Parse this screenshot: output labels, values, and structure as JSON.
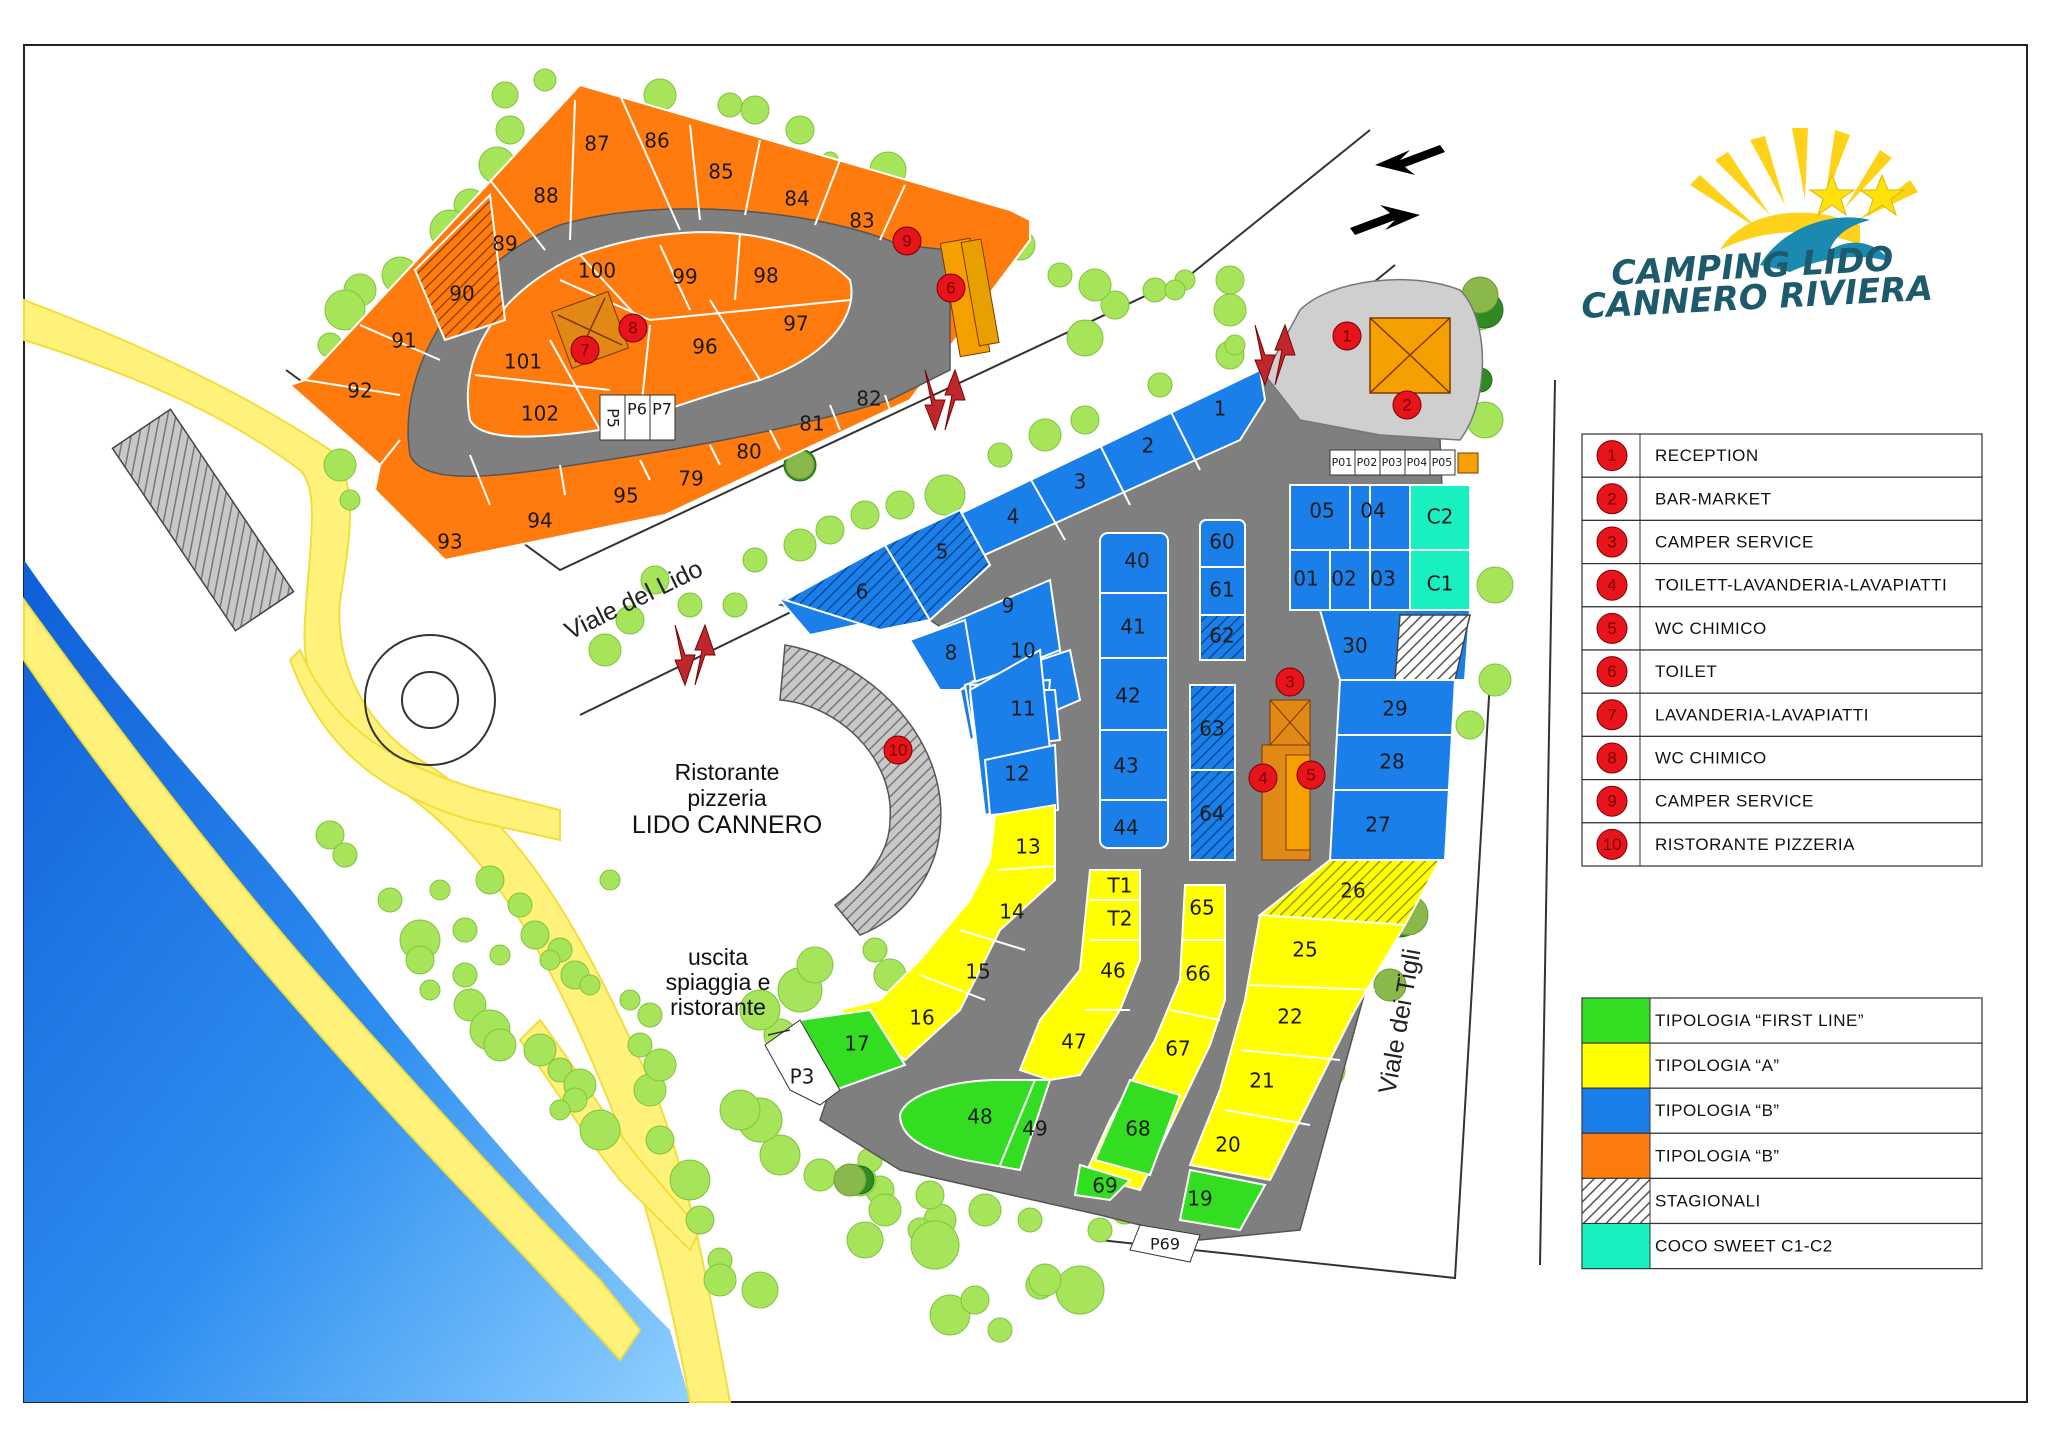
{
  "logo": {
    "line1": "CAMPING LIDO",
    "line2": "CANNERO RIVIERA"
  },
  "streets": {
    "lido": "Viale del Lido",
    "tigli": "Viale dei Tigli"
  },
  "restaurant": {
    "line1": "Ristorante",
    "line2": "pizzeria",
    "line3": "LIDO CANNERO"
  },
  "beach_exit": {
    "line1": "uscita",
    "line2": "spiaggia e",
    "line3": "ristorante"
  },
  "parking": {
    "p3": "P3",
    "p5": "P5",
    "p6": "P6",
    "p7": "P7",
    "p69": "P69",
    "p01": "P01",
    "p02": "P02",
    "p03": "P03",
    "p04": "P04",
    "p05": "P05"
  },
  "pitches": {
    "p1": "1",
    "p2": "2",
    "p3": "3",
    "p4": "4",
    "p5": "5",
    "p6": "6",
    "p8": "8",
    "p9": "9",
    "p10": "10",
    "p11": "11",
    "p12": "12",
    "p13": "13",
    "p14": "14",
    "p15": "15",
    "p16": "16",
    "p17": "17",
    "p19": "19",
    "p20": "20",
    "p21": "21",
    "p22": "22",
    "p25": "25",
    "p26": "26",
    "p27": "27",
    "p28": "28",
    "p29": "29",
    "p30": "30",
    "p40": "40",
    "p41": "41",
    "p42": "42",
    "p43": "43",
    "p44": "44",
    "p46": "46",
    "p47": "47",
    "p48": "48",
    "p49": "49",
    "p60": "60",
    "p61": "61",
    "p62": "62",
    "p63": "63",
    "p64": "64",
    "p65": "65",
    "p66": "66",
    "p67": "67",
    "p68": "68",
    "p69": "69",
    "t1": "T1",
    "t2": "T2",
    "c1": "C1",
    "c2": "C2",
    "s01": "01",
    "s02": "02",
    "s03": "03",
    "s04": "04",
    "s05": "05",
    "p79": "79",
    "p80": "80",
    "p81": "81",
    "p82": "82",
    "p83": "83",
    "p84": "84",
    "p85": "85",
    "p86": "86",
    "p87": "87",
    "p88": "88",
    "p89": "89",
    "p90": "90",
    "p91": "91",
    "p92": "92",
    "p93": "93",
    "p94": "94",
    "p95": "95",
    "p96": "96",
    "p97": "97",
    "p98": "98",
    "p99": "99",
    "p100": "100",
    "p101": "101",
    "p102": "102"
  },
  "poi_markers": [
    "1",
    "2",
    "3",
    "4",
    "5",
    "6",
    "7",
    "8",
    "9",
    "10"
  ],
  "legend": {
    "services": [
      {
        "num": "1",
        "label": "RECEPTION"
      },
      {
        "num": "2",
        "label": "BAR-MARKET"
      },
      {
        "num": "3",
        "label": "CAMPER SERVICE"
      },
      {
        "num": "4",
        "label": "TOILETT-LAVANDERIA-LAVAPIATTI"
      },
      {
        "num": "5",
        "label": "WC CHIMICO"
      },
      {
        "num": "6",
        "label": "TOILET"
      },
      {
        "num": "7",
        "label": "LAVANDERIA-LAVAPIATTI"
      },
      {
        "num": "8",
        "label": "WC CHIMICO"
      },
      {
        "num": "9",
        "label": "CAMPER SERVICE"
      },
      {
        "num": "10",
        "label": "RISTORANTE PIZZERIA"
      }
    ],
    "types": [
      {
        "label": "TIPOLOGIA “FIRST LINE”",
        "color": "#33dd22"
      },
      {
        "label": "TIPOLOGIA “A”",
        "color": "#ffff00"
      },
      {
        "label": "TIPOLOGIA “B”",
        "color": "#1a7fe8"
      },
      {
        "label": "TIPOLOGIA “B”",
        "color": "#ff7b0e"
      },
      {
        "label": "STAGIONALI",
        "color": "hatched"
      },
      {
        "label": "COCO SWEET C1-C2",
        "color": "#19f0c0"
      }
    ]
  },
  "colors": {
    "first_line": "#33dd22",
    "type_a": "#ffff00",
    "type_b_blue": "#1a7fe8",
    "type_b_orange": "#ff7b0e",
    "coco": "#19f0c0",
    "road": "#7f7f7f",
    "marker": "#e8141b"
  }
}
